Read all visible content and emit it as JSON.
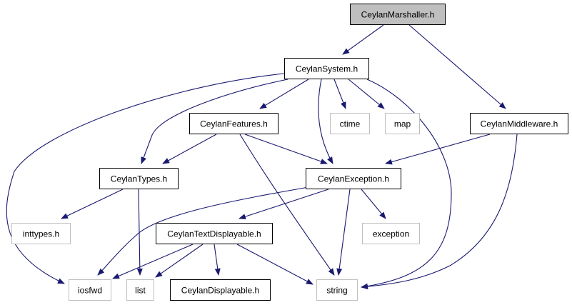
{
  "colors": {
    "edge": "#191970",
    "border_local": "#000000",
    "border_external": "#bfbfbf",
    "fill_root": "#bfbfbf",
    "fill_default": "#ffffff"
  },
  "nodes": [
    {
      "id": "marshaller",
      "label": "CeylanMarshaller.h",
      "kind": "root"
    },
    {
      "id": "system",
      "label": "CeylanSystem.h",
      "kind": "local"
    },
    {
      "id": "middleware",
      "label": "CeylanMiddleware.h",
      "kind": "local"
    },
    {
      "id": "features",
      "label": "CeylanFeatures.h",
      "kind": "local"
    },
    {
      "id": "ctime",
      "label": "ctime",
      "kind": "external"
    },
    {
      "id": "map",
      "label": "map",
      "kind": "external"
    },
    {
      "id": "types",
      "label": "CeylanTypes.h",
      "kind": "local"
    },
    {
      "id": "exception_h",
      "label": "CeylanException.h",
      "kind": "local"
    },
    {
      "id": "inttypes",
      "label": "inttypes.h",
      "kind": "external"
    },
    {
      "id": "textdisplayable",
      "label": "CeylanTextDisplayable.h",
      "kind": "local"
    },
    {
      "id": "exception",
      "label": "exception",
      "kind": "external"
    },
    {
      "id": "iosfwd",
      "label": "iosfwd",
      "kind": "external"
    },
    {
      "id": "list",
      "label": "list",
      "kind": "external"
    },
    {
      "id": "displayable",
      "label": "CeylanDisplayable.h",
      "kind": "local"
    },
    {
      "id": "string",
      "label": "string",
      "kind": "external"
    }
  ],
  "edges": [
    {
      "from": "marshaller",
      "to": "system"
    },
    {
      "from": "marshaller",
      "to": "middleware"
    },
    {
      "from": "system",
      "to": "features"
    },
    {
      "from": "system",
      "to": "ctime"
    },
    {
      "from": "system",
      "to": "map"
    },
    {
      "from": "system",
      "to": "types"
    },
    {
      "from": "system",
      "to": "exception_h"
    },
    {
      "from": "system",
      "to": "iosfwd"
    },
    {
      "from": "system",
      "to": "string"
    },
    {
      "from": "features",
      "to": "types"
    },
    {
      "from": "features",
      "to": "exception_h"
    },
    {
      "from": "features",
      "to": "string"
    },
    {
      "from": "middleware",
      "to": "exception_h"
    },
    {
      "from": "middleware",
      "to": "string"
    },
    {
      "from": "types",
      "to": "inttypes"
    },
    {
      "from": "types",
      "to": "list"
    },
    {
      "from": "exception_h",
      "to": "textdisplayable"
    },
    {
      "from": "exception_h",
      "to": "exception"
    },
    {
      "from": "exception_h",
      "to": "iosfwd"
    },
    {
      "from": "exception_h",
      "to": "string"
    },
    {
      "from": "textdisplayable",
      "to": "iosfwd"
    },
    {
      "from": "textdisplayable",
      "to": "list"
    },
    {
      "from": "textdisplayable",
      "to": "displayable"
    },
    {
      "from": "textdisplayable",
      "to": "string"
    }
  ]
}
